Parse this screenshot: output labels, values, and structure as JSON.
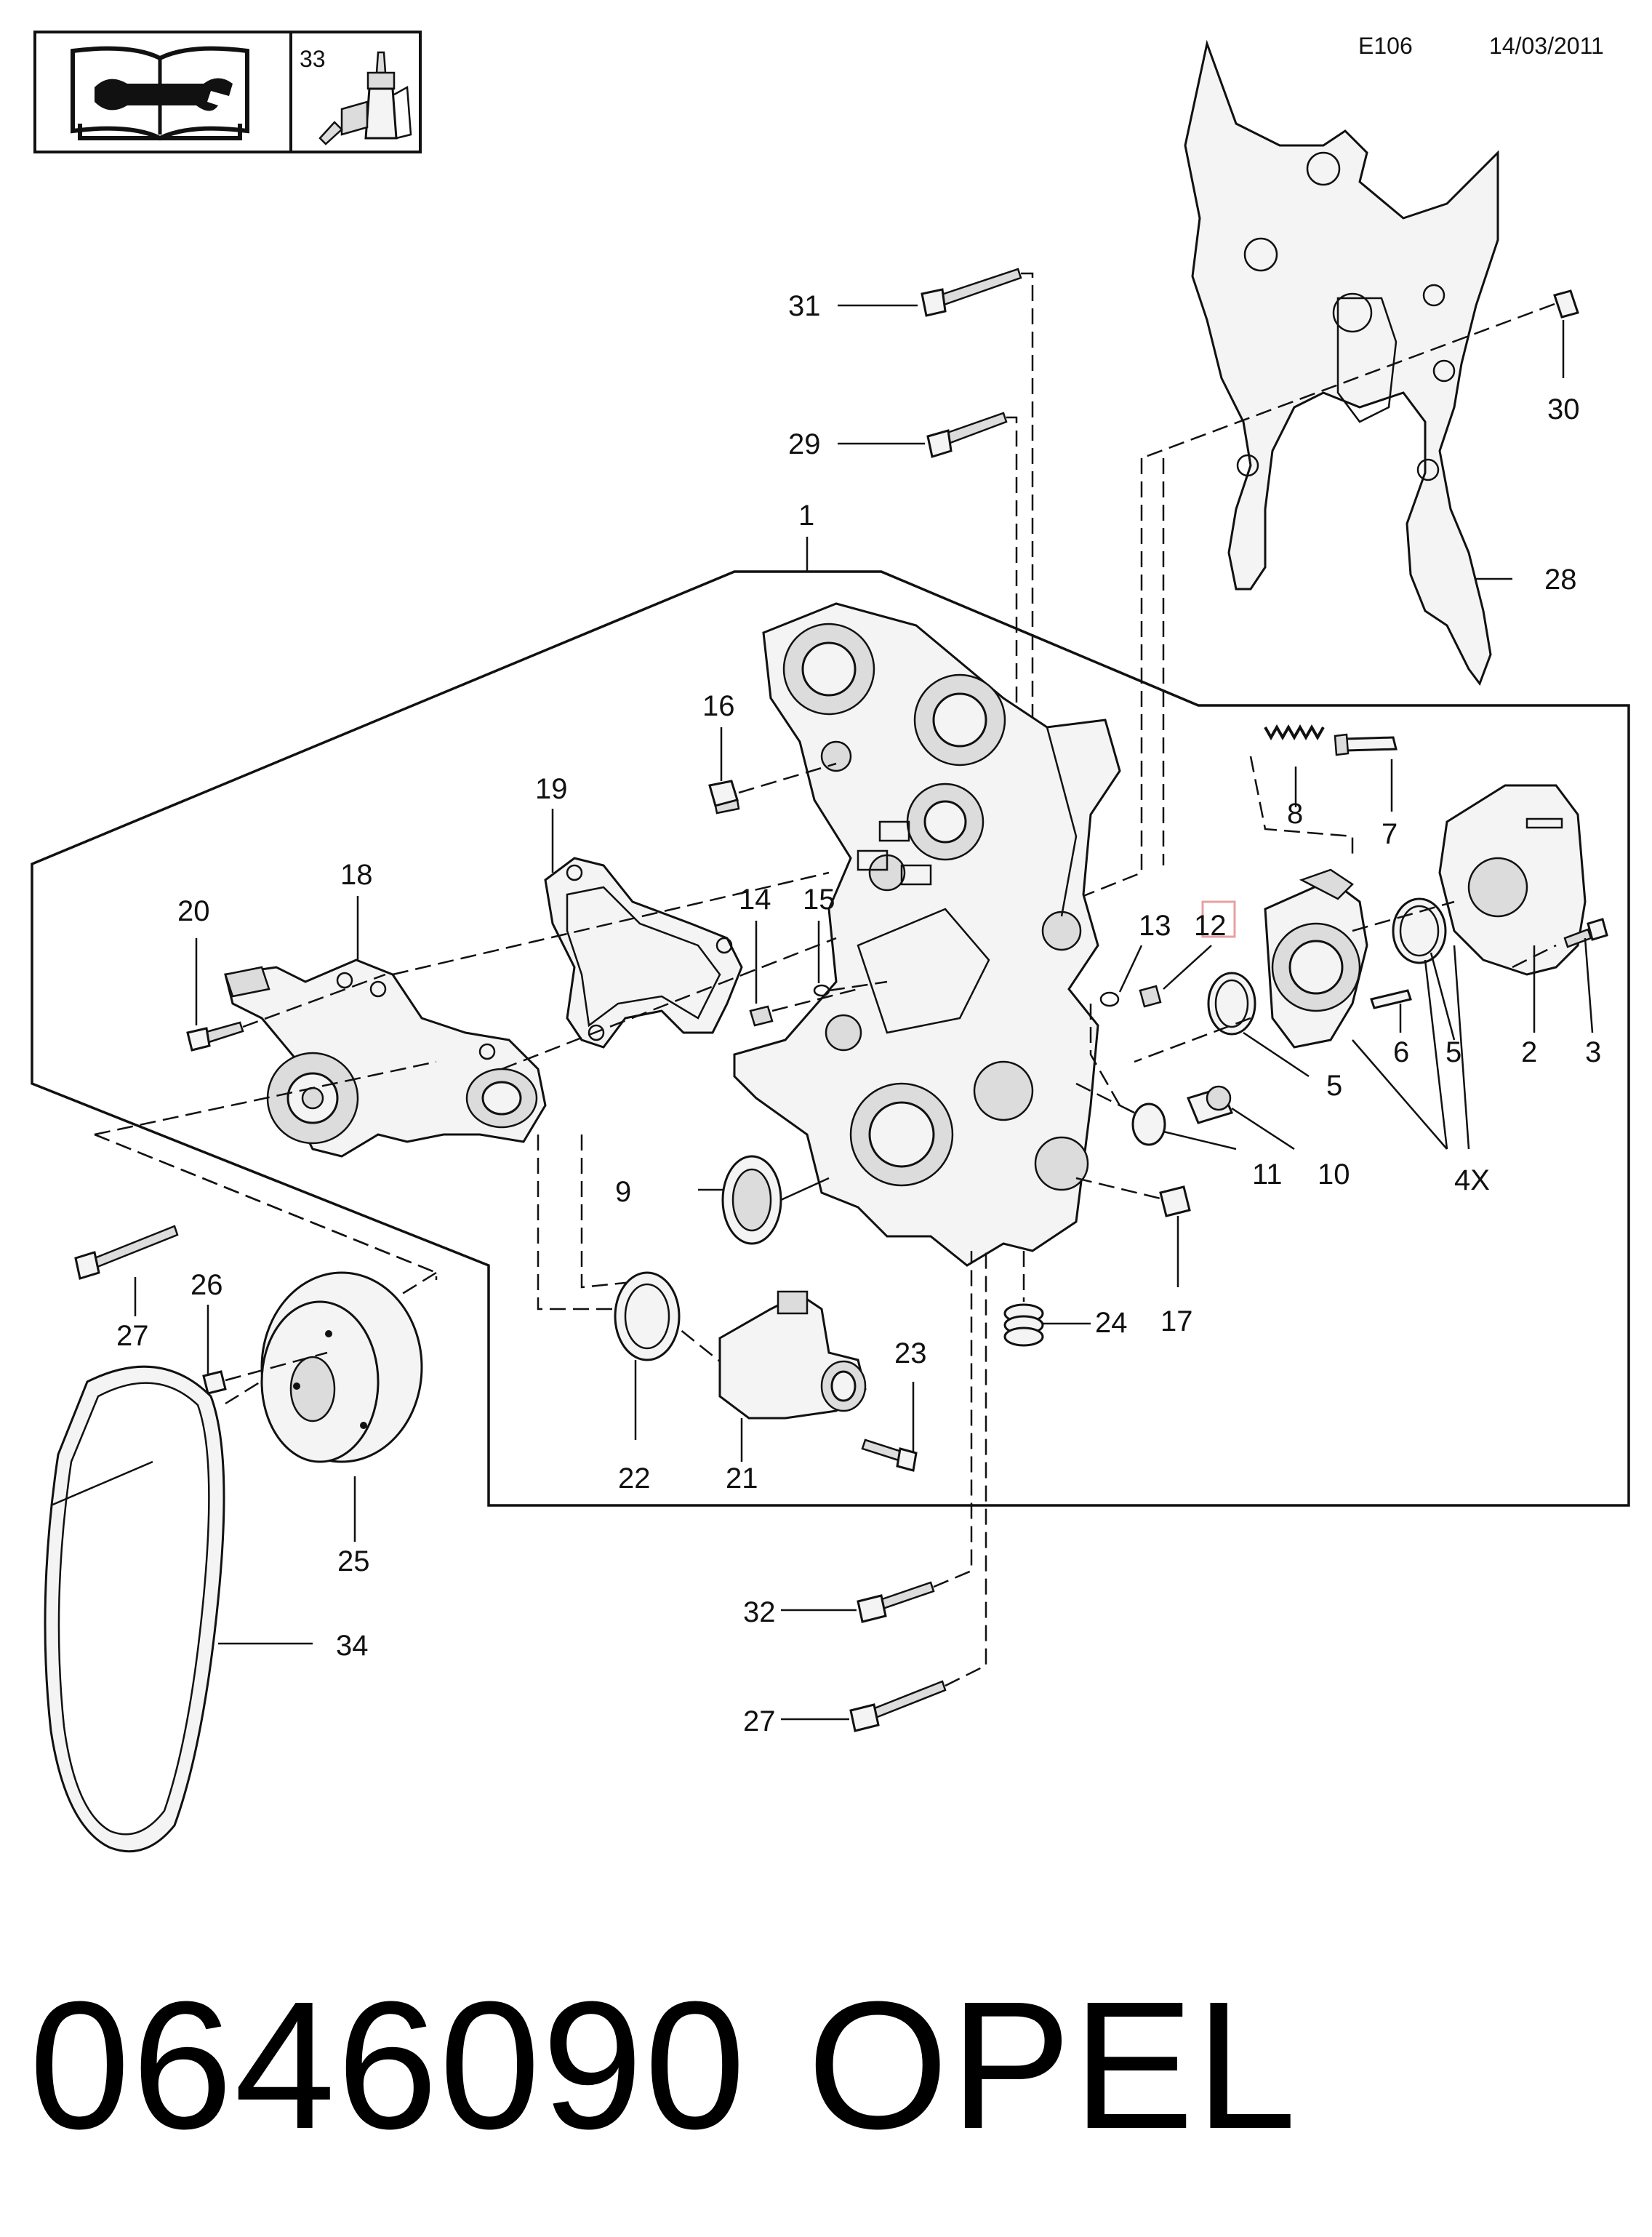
{
  "header": {
    "code": "E106",
    "date": "14/03/2011",
    "manual_icon": "manual-wrench-icon",
    "sealant_icon": "sealant-tube-icon",
    "sealant_ref": "33"
  },
  "diagram": {
    "callouts": {
      "c1": "1",
      "c2": "2",
      "c3": "3",
      "c5a": "5",
      "c5b": "5",
      "c6": "6",
      "c7": "7",
      "c8": "8",
      "c9": "9",
      "c10": "10",
      "c11": "11",
      "c12": "12",
      "c13": "13",
      "c14": "14",
      "c15": "15",
      "c16": "16",
      "c17": "17",
      "c18": "18",
      "c19": "19",
      "c20": "20",
      "c21": "21",
      "c22": "22",
      "c23": "23",
      "c24": "24",
      "c25": "25",
      "c26": "26",
      "c27a": "27",
      "c27b": "27",
      "c28": "28",
      "c29": "29",
      "c30": "30",
      "c31": "31",
      "c32": "32",
      "c34": "34",
      "q4x": "4X"
    },
    "highlight_callout": "12",
    "highlight_color": "#e8a0a0"
  },
  "footer": {
    "part_number": "0646090",
    "brand": "OPEL"
  }
}
